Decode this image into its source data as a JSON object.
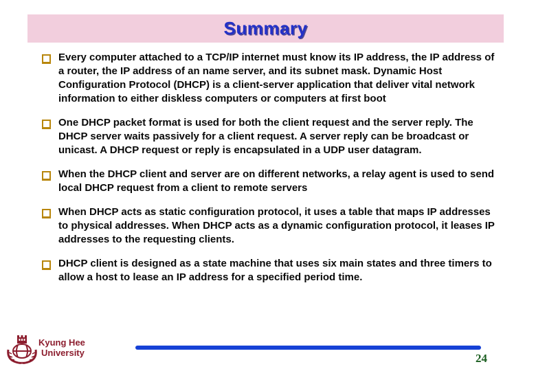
{
  "slide": {
    "title": "Summary",
    "bullets": [
      "Every computer attached to a TCP/IP internet must know its IP address, the IP address of a router, the IP address of an name server, and its subnet mask. Dynamic Host Configuration Protocol (DHCP) is a client-server application that deliver vital network information to either diskless computers or computers at first boot",
      "One DHCP packet format is used for both the client request and the server reply. The DHCP server waits passively for a client request. A server reply can be broadcast or unicast. A DHCP request or reply is encapsulated in a UDP user datagram.",
      "When the DHCP client and server are on different networks, a relay agent is used to send local DHCP request from a client to remote servers",
      "When DHCP acts as static configuration protocol, it uses a table that maps IP addresses to physical addresses. When DHCP acts as a dynamic configuration protocol, it leases IP addresses to the requesting clients.",
      "DHCP client is designed as a state machine that uses six main states and three timers to allow a host to lease an IP address for a specified period time."
    ],
    "footer": {
      "institution_line1": "Kyung Hee",
      "institution_line2": "University",
      "page_number": "24"
    },
    "colors": {
      "banner_bg": "#F2CEDD",
      "title_blue": "#2331C8",
      "bullet_gold": "#B8860B",
      "footer_maroon": "#8C1D2E",
      "line_blue": "#1641D6",
      "page_green": "#1B5E20"
    }
  }
}
